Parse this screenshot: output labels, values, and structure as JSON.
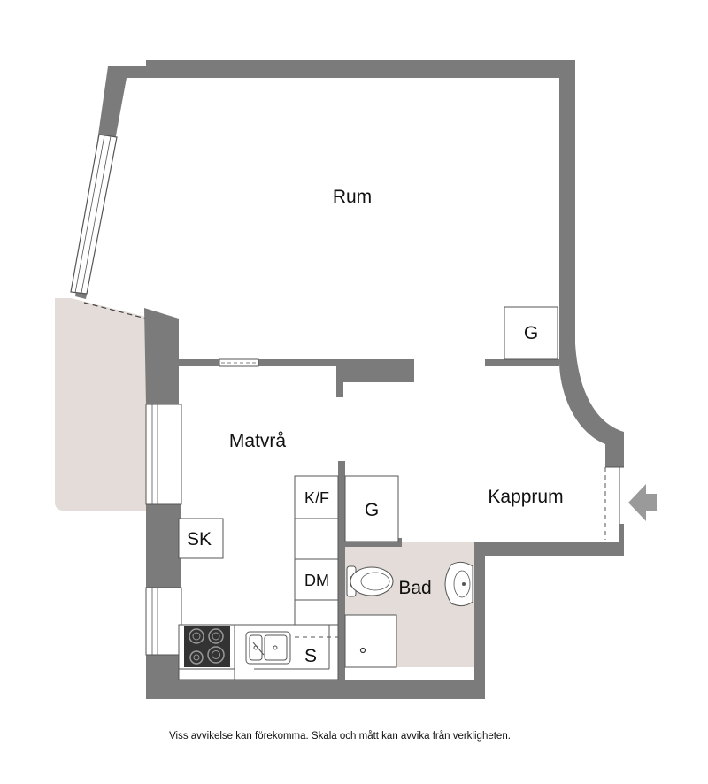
{
  "rooms": {
    "rum": "Rum",
    "matvra": "Matvrå",
    "kapprum": "Kapprum",
    "bad": "Bad"
  },
  "fixtures": {
    "kf": "K/F",
    "g_kitchen": "G",
    "g_rum": "G",
    "sk": "SK",
    "dm": "DM",
    "s": "S"
  },
  "disclaimer": "Viss avvikelse kan förekomma. Skala och mått kan avvika från verkligheten.",
  "colors": {
    "wall": "#7b7b7b",
    "balcony": "#e3dcd8",
    "bathroom": "#e3dcd8",
    "stove": "#333333",
    "entrance_arrow": "#9a9a9a"
  },
  "icons": [
    "entrance-arrow-icon",
    "window-icon",
    "toilet-icon",
    "sink-icon",
    "stove-icon",
    "kitchen-sink-icon",
    "drain-icon"
  ]
}
